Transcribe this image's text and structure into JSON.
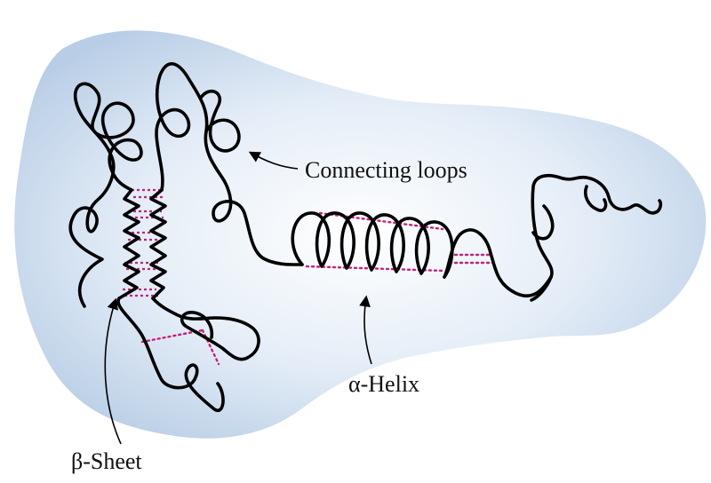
{
  "labels": {
    "connecting_loops": "Connecting loops",
    "alpha_helix": "α-Helix",
    "beta_sheet": "β-Sheet"
  },
  "colors": {
    "background": "#ffffff",
    "blob_center": "#ffffff",
    "blob_edge": "#b9cee6",
    "chain": "#000000",
    "hydrogen_bonds": "#c4217a",
    "text": "#111111"
  }
}
